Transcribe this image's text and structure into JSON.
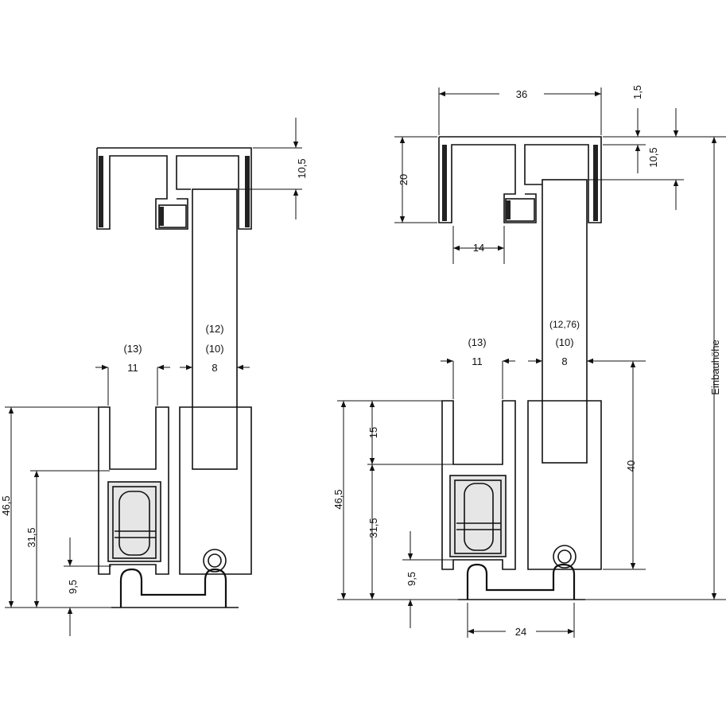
{
  "left_view": {
    "dims": {
      "top_height": "10,5",
      "paren_12": "(12)",
      "paren_10": "(10)",
      "val_8": "8",
      "paren_13": "(13)",
      "val_11": "11",
      "total_46_5": "46,5",
      "val_31_5": "31,5",
      "val_9_5": "9,5"
    }
  },
  "right_view": {
    "dims": {
      "width_36": "36",
      "thick_1_5": "1,5",
      "height_20": "20",
      "top_height": "10,5",
      "val_14": "14",
      "paren_12_76": "(12,76)",
      "paren_10": "(10)",
      "val_8": "8",
      "paren_13": "(13)",
      "val_11": "11",
      "val_15": "15",
      "val_40": "40",
      "total_46_5": "46,5",
      "val_31_5": "31,5",
      "val_9_5": "9,5",
      "val_24": "24",
      "einbauhoehe": "Einbauhöhe"
    }
  }
}
